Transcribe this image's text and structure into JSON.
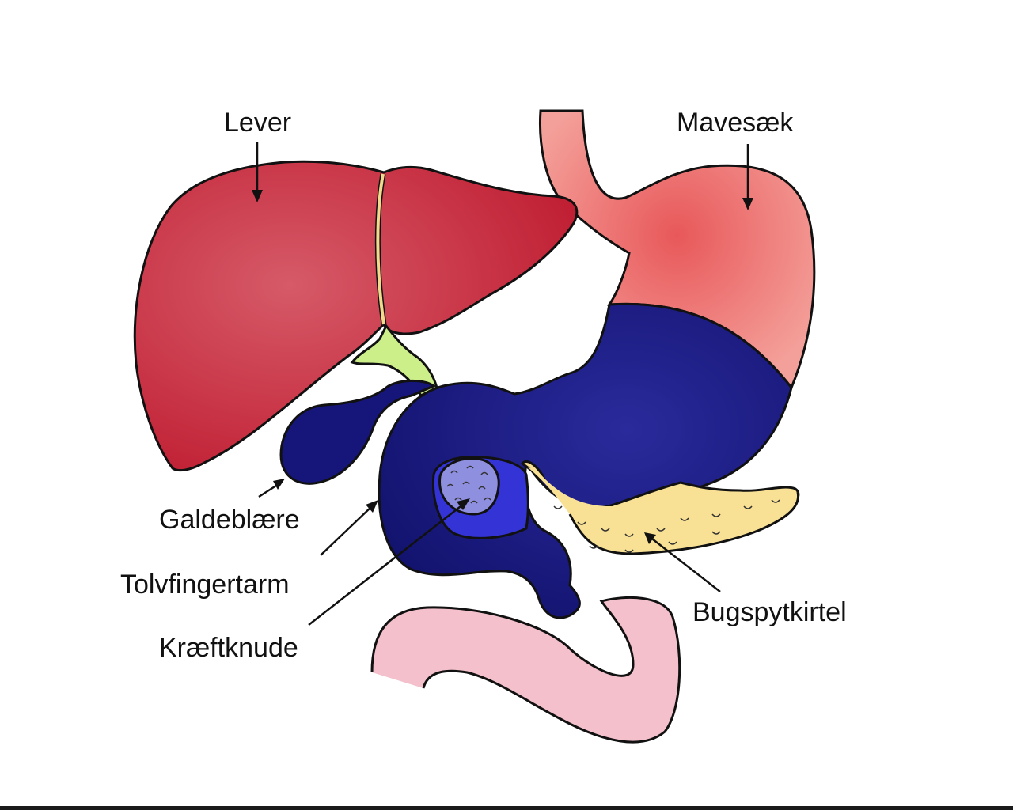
{
  "labels": {
    "liver": "Lever",
    "stomach": "Mavesæk",
    "gallbladder": "Galdeblære",
    "duodenum": "Tolvfingertarm",
    "tumor": "Kræftknude",
    "pancreas": "Bugspytkirtel"
  },
  "colors": {
    "liver": "#c8283c",
    "stomach_upper": "#f08a86",
    "stomach_lower": "#17187a",
    "gallbladder": "#15157a",
    "bile_duct": "#cdef8a",
    "tumor_region": "#3333d6",
    "tumor": "#8f8fe0",
    "pancreas": "#f8e094",
    "intestine": "#f3c0cc",
    "outline": "#111111"
  }
}
